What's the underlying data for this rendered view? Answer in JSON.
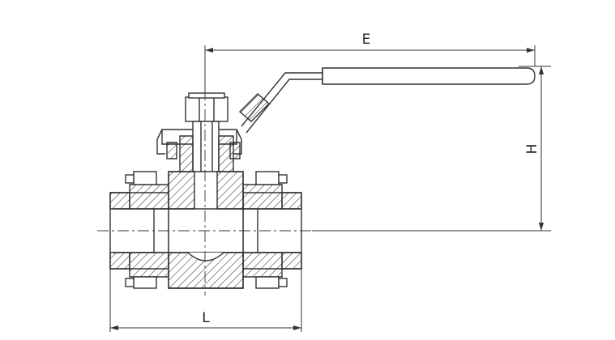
{
  "labels": {
    "e": "E",
    "h": "H",
    "l": "L"
  },
  "colors": {
    "line": "#333333",
    "background": "#ffffff"
  }
}
